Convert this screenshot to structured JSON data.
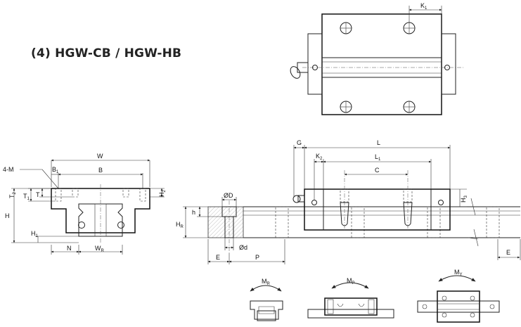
{
  "title": "(4) HGW-CB / HGW-HB",
  "top_view": {
    "k1": "K",
    "k1_sub": "1"
  },
  "front_view": {
    "w": "W",
    "b": "B",
    "b1": "B",
    "b1_sub": "1",
    "bolt_label": "4-M",
    "t": "T",
    "t1": "T",
    "t1_sub": "1",
    "t2": "T",
    "t2_sub": "2",
    "h": "H",
    "h1": "H",
    "h1_sub": "1",
    "h2": "H",
    "h2_sub": "2",
    "n": "N",
    "wr": "W",
    "wr_sub": "R"
  },
  "rail_section": {
    "od": "ØD",
    "h_small": "h",
    "hr": "H",
    "hr_sub": "R",
    "d": "Ød",
    "e": "E",
    "p": "P"
  },
  "side_view": {
    "g": "G",
    "l": "L",
    "k2": "K",
    "k2_sub": "2",
    "l1": "L",
    "l1_sub": "1",
    "c": "C",
    "h3": "H",
    "h3_sub": "3",
    "e": "E"
  },
  "moments": {
    "mr": "M",
    "mr_sub": "R",
    "mp": "M",
    "mp_sub": "P",
    "my": "M",
    "my_sub": "Y"
  }
}
